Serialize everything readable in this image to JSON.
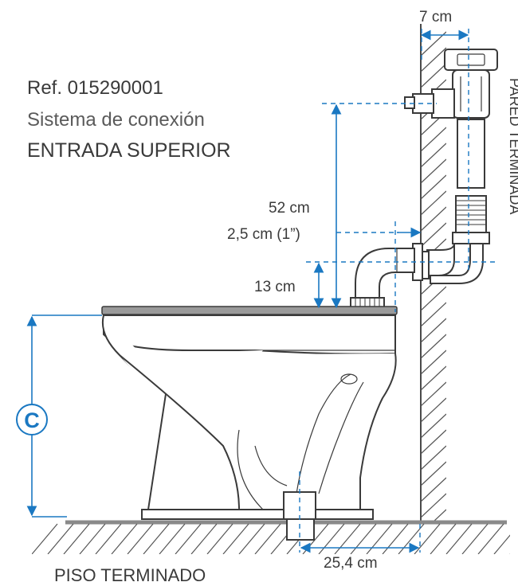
{
  "title": {
    "ref": "Ref. 015290001",
    "system": "Sistema de conexión",
    "type": "ENTRADA SUPERIOR"
  },
  "dimensions": {
    "top_width": "7 cm",
    "height_52": "52 cm",
    "offset_25": "2,5 cm (1”)",
    "height_13": "13 cm",
    "floor_offset": "25,4 cm"
  },
  "labels": {
    "wall": "PARED TERMINADA",
    "floor": "PISO TERMINADO",
    "c_marker": "C"
  },
  "colors": {
    "dimension": "#1a78c2",
    "line": "#3a3a3a",
    "floor": "#8a8a8a"
  }
}
